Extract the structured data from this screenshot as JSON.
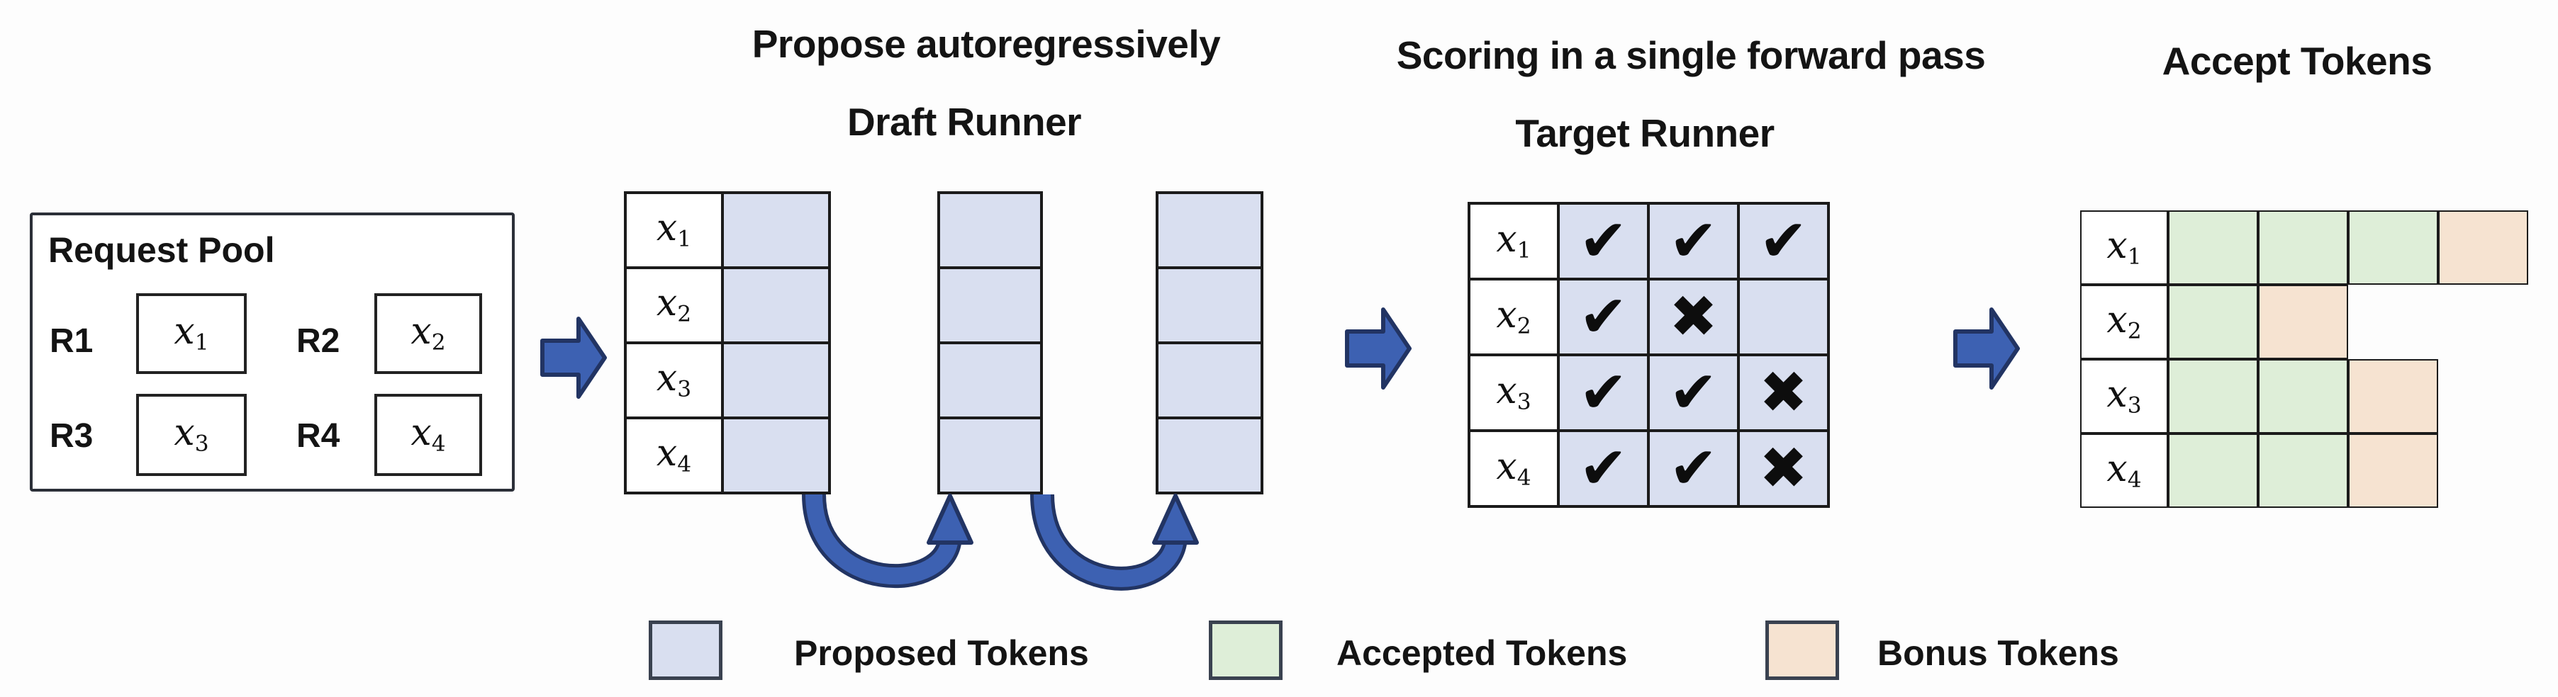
{
  "colors": {
    "background": "#fdfdfd",
    "proposed": "#d9dff0",
    "accepted": "#deeed8",
    "bonus": "#f6e3d1",
    "arrow": "#3d61b2",
    "arrow_dark": "#223463",
    "grid_border": "#1b1b1b",
    "panel_border": "#2b2f38",
    "text": "#111111"
  },
  "titles": {
    "propose": "Propose autoregressively",
    "draft_runner": "Draft Runner",
    "scoring": "Scoring in a single forward pass",
    "target_runner": "Target Runner",
    "accept": "Accept Tokens"
  },
  "request_pool": {
    "title": "Request Pool",
    "requests": [
      {
        "id": "R1",
        "token": {
          "base": "x",
          "sub": "1"
        }
      },
      {
        "id": "R2",
        "token": {
          "base": "x",
          "sub": "2"
        }
      },
      {
        "id": "R3",
        "token": {
          "base": "x",
          "sub": "3"
        }
      },
      {
        "id": "R4",
        "token": {
          "base": "x",
          "sub": "4"
        }
      }
    ]
  },
  "draft_runner": {
    "proposal_columns": 3,
    "tokens": [
      {
        "base": "x",
        "sub": "1"
      },
      {
        "base": "x",
        "sub": "2"
      },
      {
        "base": "x",
        "sub": "3"
      },
      {
        "base": "x",
        "sub": "4"
      }
    ]
  },
  "target_runner": {
    "rows": [
      {
        "token": {
          "base": "x",
          "sub": "1"
        },
        "marks": [
          "✔",
          "✔",
          "✔"
        ]
      },
      {
        "token": {
          "base": "x",
          "sub": "2"
        },
        "marks": [
          "✔",
          "✖",
          ""
        ]
      },
      {
        "token": {
          "base": "x",
          "sub": "3"
        },
        "marks": [
          "✔",
          "✔",
          "✖"
        ]
      },
      {
        "token": {
          "base": "x",
          "sub": "4"
        },
        "marks": [
          "✔",
          "✔",
          "✖"
        ]
      }
    ]
  },
  "accept_tokens": {
    "rows": [
      {
        "token": {
          "base": "x",
          "sub": "1"
        },
        "cells": [
          "accepted",
          "accepted",
          "accepted",
          "bonus"
        ]
      },
      {
        "token": {
          "base": "x",
          "sub": "2"
        },
        "cells": [
          "accepted",
          "bonus"
        ]
      },
      {
        "token": {
          "base": "x",
          "sub": "3"
        },
        "cells": [
          "accepted",
          "accepted",
          "bonus"
        ]
      },
      {
        "token": {
          "base": "x",
          "sub": "4"
        },
        "cells": [
          "accepted",
          "accepted",
          "bonus"
        ]
      }
    ]
  },
  "legend": {
    "items": [
      {
        "label": "Proposed Tokens",
        "type": "proposed"
      },
      {
        "label": "Accepted Tokens",
        "type": "accepted"
      },
      {
        "label": "Bonus Tokens",
        "type": "bonus"
      }
    ]
  }
}
